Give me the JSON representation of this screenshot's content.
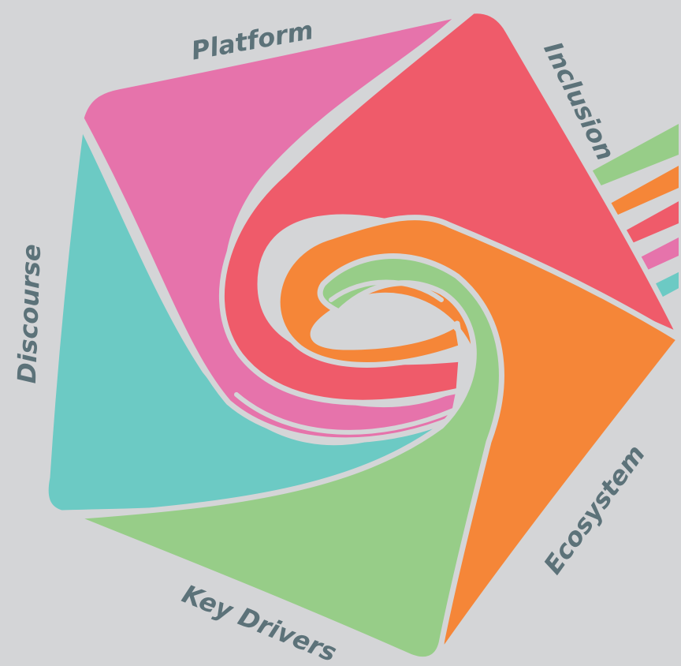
{
  "colors": {
    "background": "#d4d5d7",
    "label": "#5c7279",
    "platform": "#e673ab",
    "inclusion": "#ef5b6a",
    "ecosystem": "#f58638",
    "key_drivers": "#97cd88",
    "discourse": "#6ccac4"
  },
  "segments": {
    "platform": {
      "label": "Platform",
      "icon": "pink-petal-shape"
    },
    "inclusion": {
      "label": "Inclusion",
      "icon": "red-petal-shape"
    },
    "ecosystem": {
      "label": "Ecosystem",
      "icon": "orange-petal-shape"
    },
    "key_drivers": {
      "label": "Key Drivers",
      "icon": "green-petal-shape"
    },
    "discourse": {
      "label": "Discourse",
      "icon": "teal-petal-shape"
    }
  }
}
